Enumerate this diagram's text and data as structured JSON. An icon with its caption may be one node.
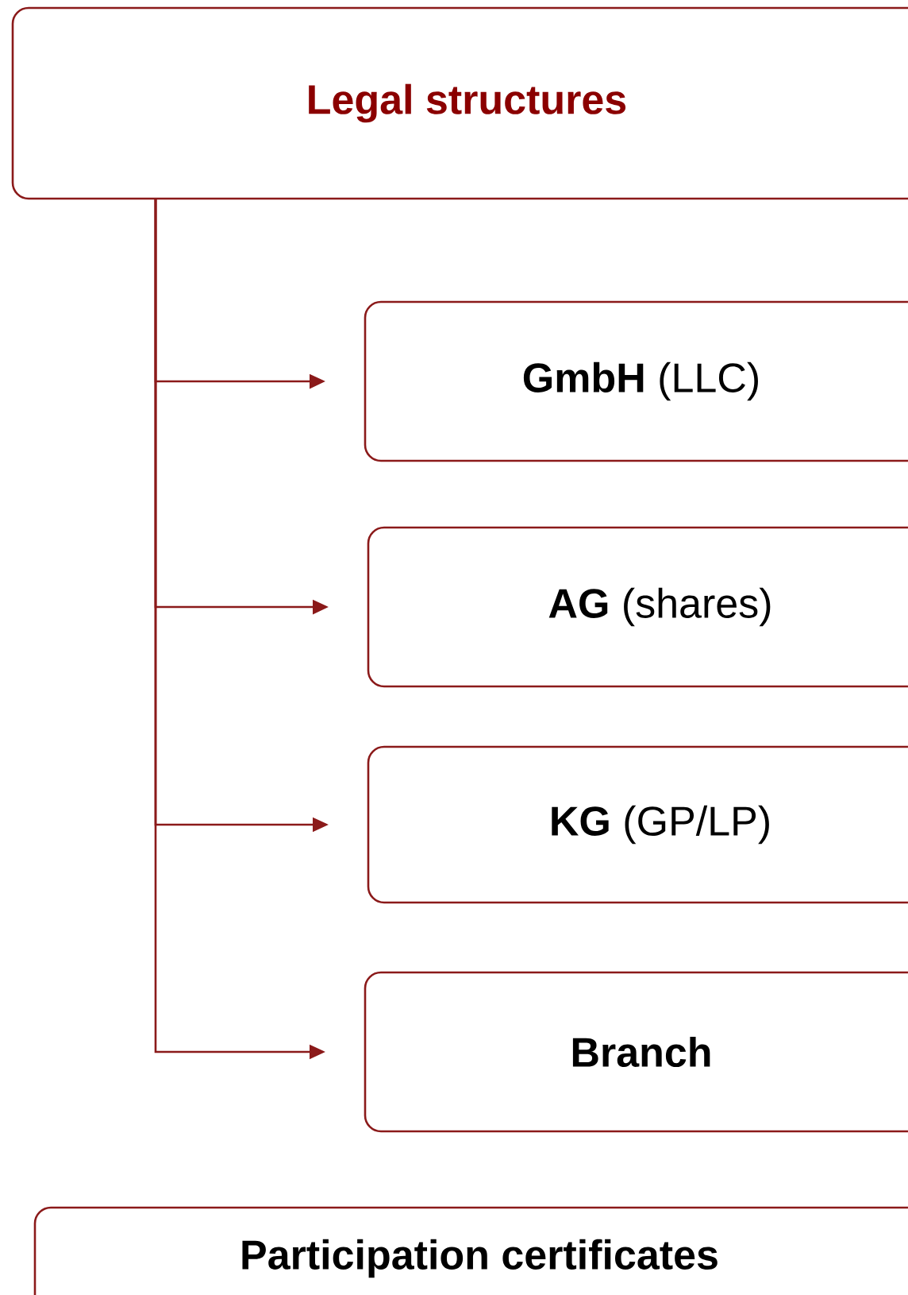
{
  "diagram": {
    "nodes": [
      {
        "text": [
          "Legal structures"
        ]
      },
      {
        "text": [
          "**GmbH** (LLC)"
        ]
      },
      {
        "text": [
          "**AG** (shares)"
        ]
      },
      {
        "text": [
          "**KG** (GP/LP)"
        ]
      },
      {
        "text": [
          "Branch"
        ]
      },
      {
        "text": [
          "Participation certificates"
        ]
      }
    ],
    "edges": [
      {
        "from": 0,
        "to": 1,
        "arrow": "to"
      },
      {
        "from": 0,
        "to": 2,
        "arrow": "to"
      },
      {
        "from": 0,
        "to": 3,
        "arrow": "to"
      },
      {
        "from": 0,
        "to": 4,
        "arrow": "to"
      }
    ]
  }
}
